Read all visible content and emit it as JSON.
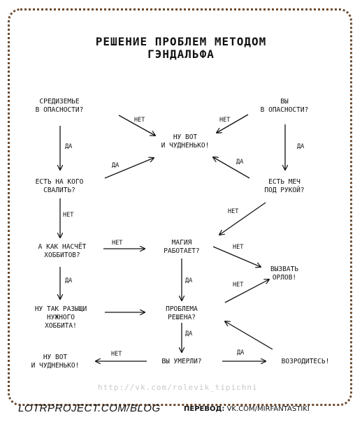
{
  "title": {
    "line1": "РЕШЕНИЕ ПРОБЛЕМ МЕТОДОМ",
    "line2": "ГЭНДАЛЬФА"
  },
  "nodes": {
    "middle_earth": "СРЕДИЗЕМЬЕ\nВ ОПАСНОСТИ?",
    "you_danger": "ВЫ\nВ ОПАСНОСТИ?",
    "fine_top": "НУ ВОТ\nИ ЧУДНЕНЬКО!",
    "blame": "ЕСТЬ НА КОГО\nСВАЛИТЬ?",
    "sword": "ЕСТЬ МЕЧ\nПОД РУКОЙ?",
    "hobbits": "А КАК НАСЧЁТ\nХОББИТОВ?",
    "magic": "МАГИЯ\nРАБОТАЕТ?",
    "eagles": "ВЫЗВАТЬ\nОРЛОВ!",
    "find_hobbit": "НУ ТАК РАЗЫЩИ\nНУЖНОГО\nХОББИТА!",
    "solved": "ПРОБЛЕМА\nРЕШЕНА?",
    "fine_bottom": "НУ ВОТ\nИ ЧУДНЕНЬКО!",
    "died": "ВЫ УМЕРЛИ?",
    "revive": "ВОЗРОДИТЕСЬ!"
  },
  "labels": {
    "no": "НЕТ",
    "yes": "ДА"
  },
  "watermark": "http://vk.com/rolevik_tipichni",
  "footer": {
    "left": "LOTRPROJECT.COM/BLOG",
    "right_prefix": "ПЕРЕВОД:",
    "right_link": "VK.COM/MIRFANTASTIKI"
  },
  "colors": {
    "frame": "#6b4a2f",
    "ink": "#111111",
    "watermark": "#c8c8c8"
  }
}
